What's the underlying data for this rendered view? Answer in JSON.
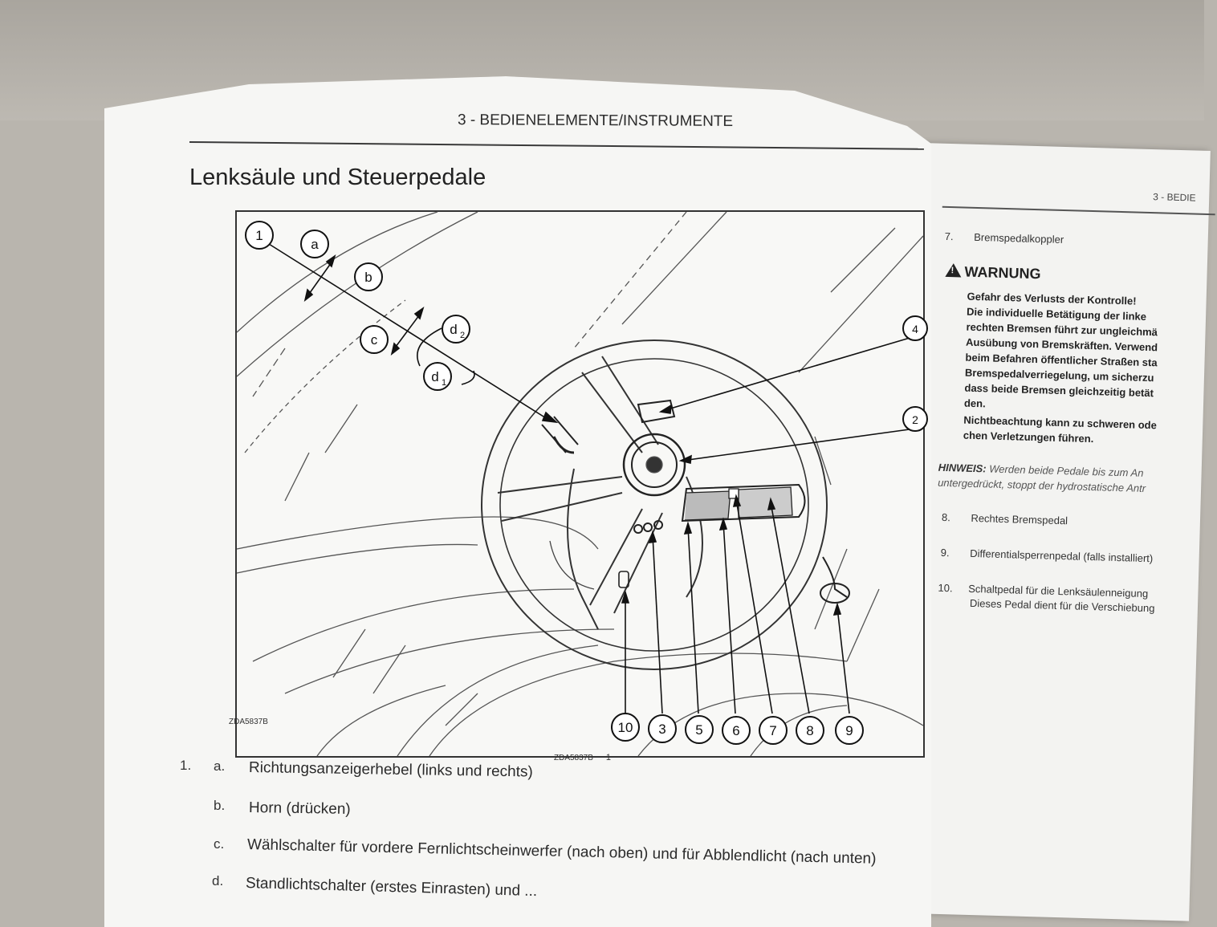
{
  "right_page": {
    "header": "3 - BEDIE",
    "item7": {
      "num": "7.",
      "text": "Bremspedalkoppler"
    },
    "warning": {
      "title": "WARNUNG",
      "lines": [
        "Gefahr des Verlusts der Kontrolle!",
        "Die individuelle Betätigung der linke",
        "rechten Bremsen führt zur ungleichmä",
        "Ausübung von Bremskräften. Verwend",
        "beim Befahren öffentlicher Straßen sta",
        "Bremspedalverriegelung, um sicherzu",
        "dass beide Bremsen gleichzeitig betät",
        "den.",
        "Nichtbeachtung kann zu schweren ode",
        "chen Verletzungen führen."
      ]
    },
    "note": {
      "label": "HINWEIS:",
      "line1": "Werden beide Pedale bis zum An",
      "line2": "untergedrückt, stoppt der hydrostatische Antr"
    },
    "items": [
      {
        "num": "8.",
        "text": "Rechtes Bremspedal"
      },
      {
        "num": "9.",
        "text": "Differentialsperrenpedal (falls installiert)"
      },
      {
        "num": "10.",
        "text": "Schaltpedal für die Lenksäulenneigung",
        "text2": "Dieses Pedal dient für die Verschiebung"
      }
    ]
  },
  "left_page": {
    "header": "3 - BEDIENELEMENTE/INSTRUMENTE",
    "title": "Lenksäule und Steuerpedale",
    "figure": {
      "id": "ZDA5837B",
      "callouts": {
        "c1": "1",
        "ca": "a",
        "cb": "b",
        "cc": "c",
        "cd2": "d",
        "cd2sub": "2",
        "cd1": "d",
        "cd1sub": "1",
        "c4": "4",
        "c2": "2",
        "bottom": [
          "10",
          "3",
          "5",
          "6",
          "7",
          "8",
          "9"
        ]
      }
    },
    "caption": {
      "id": "ZDA5837B",
      "num": "1"
    },
    "legend": {
      "num": "1.",
      "items": [
        {
          "letter": "a.",
          "text": "Richtungsanzeigerhebel (links und rechts)"
        },
        {
          "letter": "b.",
          "text": "Horn (drücken)"
        },
        {
          "letter": "c.",
          "text": "Wählschalter für vordere Fernlichtscheinwerfer (nach oben) und für Abblendlicht (nach unten)"
        },
        {
          "letter": "d.",
          "text": "Standlichtschalter (erstes Einrasten) und ..."
        }
      ]
    }
  }
}
